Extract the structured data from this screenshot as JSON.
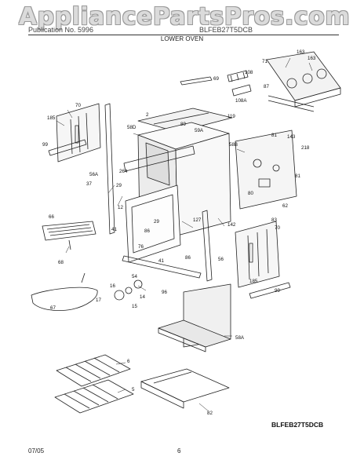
{
  "header": {
    "watermark": "AppliancePartsPros.com",
    "left_text": "Publication No. 5996",
    "right_text": "BLFEB27T5DCB",
    "subtitle": "LOWER OVEN"
  },
  "model_code": "BLFEB27T5DCB",
  "footer": {
    "date": "07/05",
    "page": "6"
  },
  "part_labels": [
    "163",
    "163",
    "71",
    "108",
    "69",
    "87",
    "108A",
    "185",
    "70",
    "119",
    "58D",
    "89",
    "59A",
    "81",
    "143",
    "99",
    "58B",
    "2",
    "218",
    "264",
    "56A",
    "37",
    "29",
    "81",
    "80",
    "62",
    "12",
    "83",
    "66",
    "29",
    "127",
    "70",
    "86",
    "41",
    "142",
    "76",
    "56",
    "68",
    "41",
    "86",
    "16",
    "185",
    "54",
    "14",
    "99",
    "17",
    "96",
    "15",
    "67",
    "58A",
    "6",
    "5",
    "82"
  ]
}
